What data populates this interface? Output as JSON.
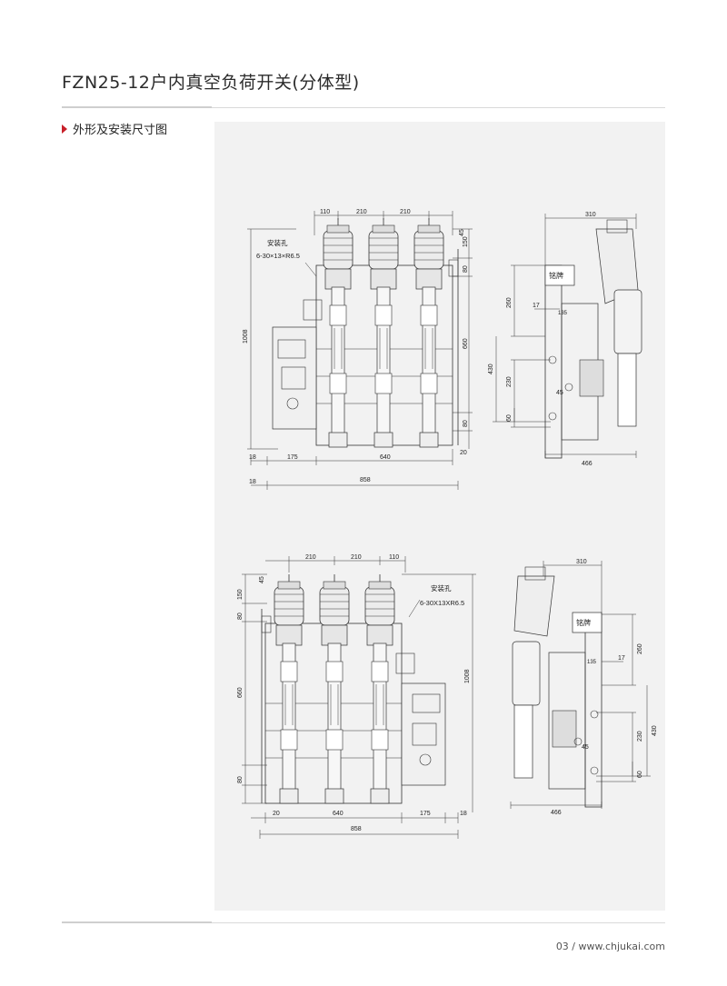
{
  "header": {
    "title": "FZN25-12户内真空负荷开关(分体型)"
  },
  "section": {
    "label": "外形及安装尺寸图"
  },
  "drawing": {
    "top_front": {
      "dims": [
        "110",
        "210",
        "210",
        "45",
        "150",
        "80",
        "660",
        "80",
        "1008",
        "18",
        "175",
        "640",
        "20",
        "18",
        "858"
      ],
      "callout_title": "安装孔",
      "callout_spec": "6-30×13×R6.5"
    },
    "top_side": {
      "dims": [
        "310",
        "260",
        "17",
        "135",
        "430",
        "230",
        "45",
        "60",
        "466"
      ],
      "nameplate": "铭牌"
    },
    "bottom_front": {
      "dims": [
        "210",
        "210",
        "110",
        "45",
        "150",
        "80",
        "660",
        "80",
        "1008",
        "20",
        "640",
        "175",
        "18",
        "858"
      ],
      "callout_title": "安装孔",
      "callout_spec": "6-30X13XR6.5"
    },
    "bottom_side": {
      "dims": [
        "310",
        "260",
        "17",
        "135",
        "430",
        "230",
        "45",
        "60",
        "466"
      ],
      "nameplate": "铭牌"
    }
  },
  "footer": {
    "page": "03 / www.chjukai.com"
  }
}
